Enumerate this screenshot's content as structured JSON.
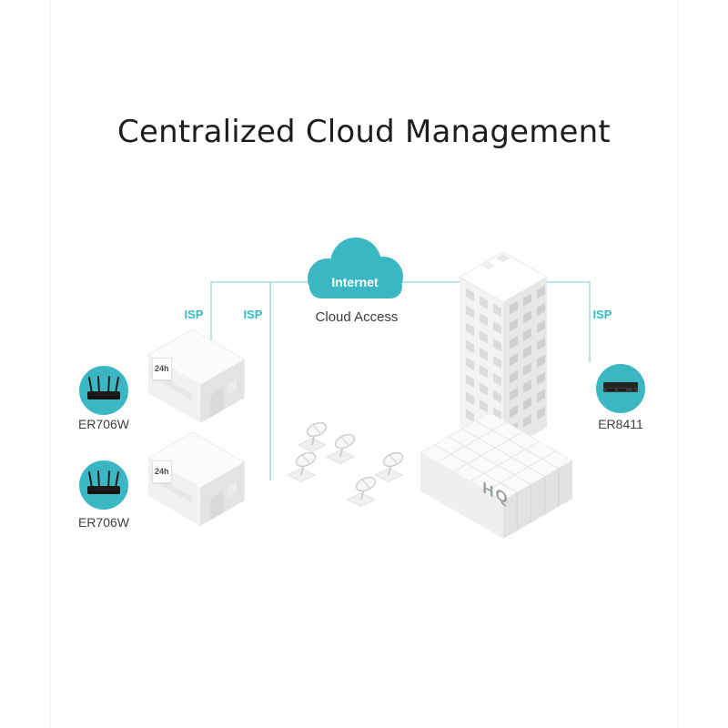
{
  "title": "Centralized Cloud Management",
  "colors": {
    "accent": "#3bb7c3",
    "connector": "#a9d9de"
  },
  "cloud": {
    "label": "Internet",
    "caption": "Cloud Access"
  },
  "isp": {
    "left": "ISP",
    "middle": "ISP",
    "right": "ISP"
  },
  "devices": {
    "branch_router_1": {
      "label": "ER706W"
    },
    "branch_router_2": {
      "label": "ER706W"
    },
    "hq_router": {
      "label": "ER8411"
    }
  },
  "buildings": {
    "branch_store_1_sign": "24h",
    "branch_store_2_sign": "24h",
    "hq_sign": "HQ"
  }
}
